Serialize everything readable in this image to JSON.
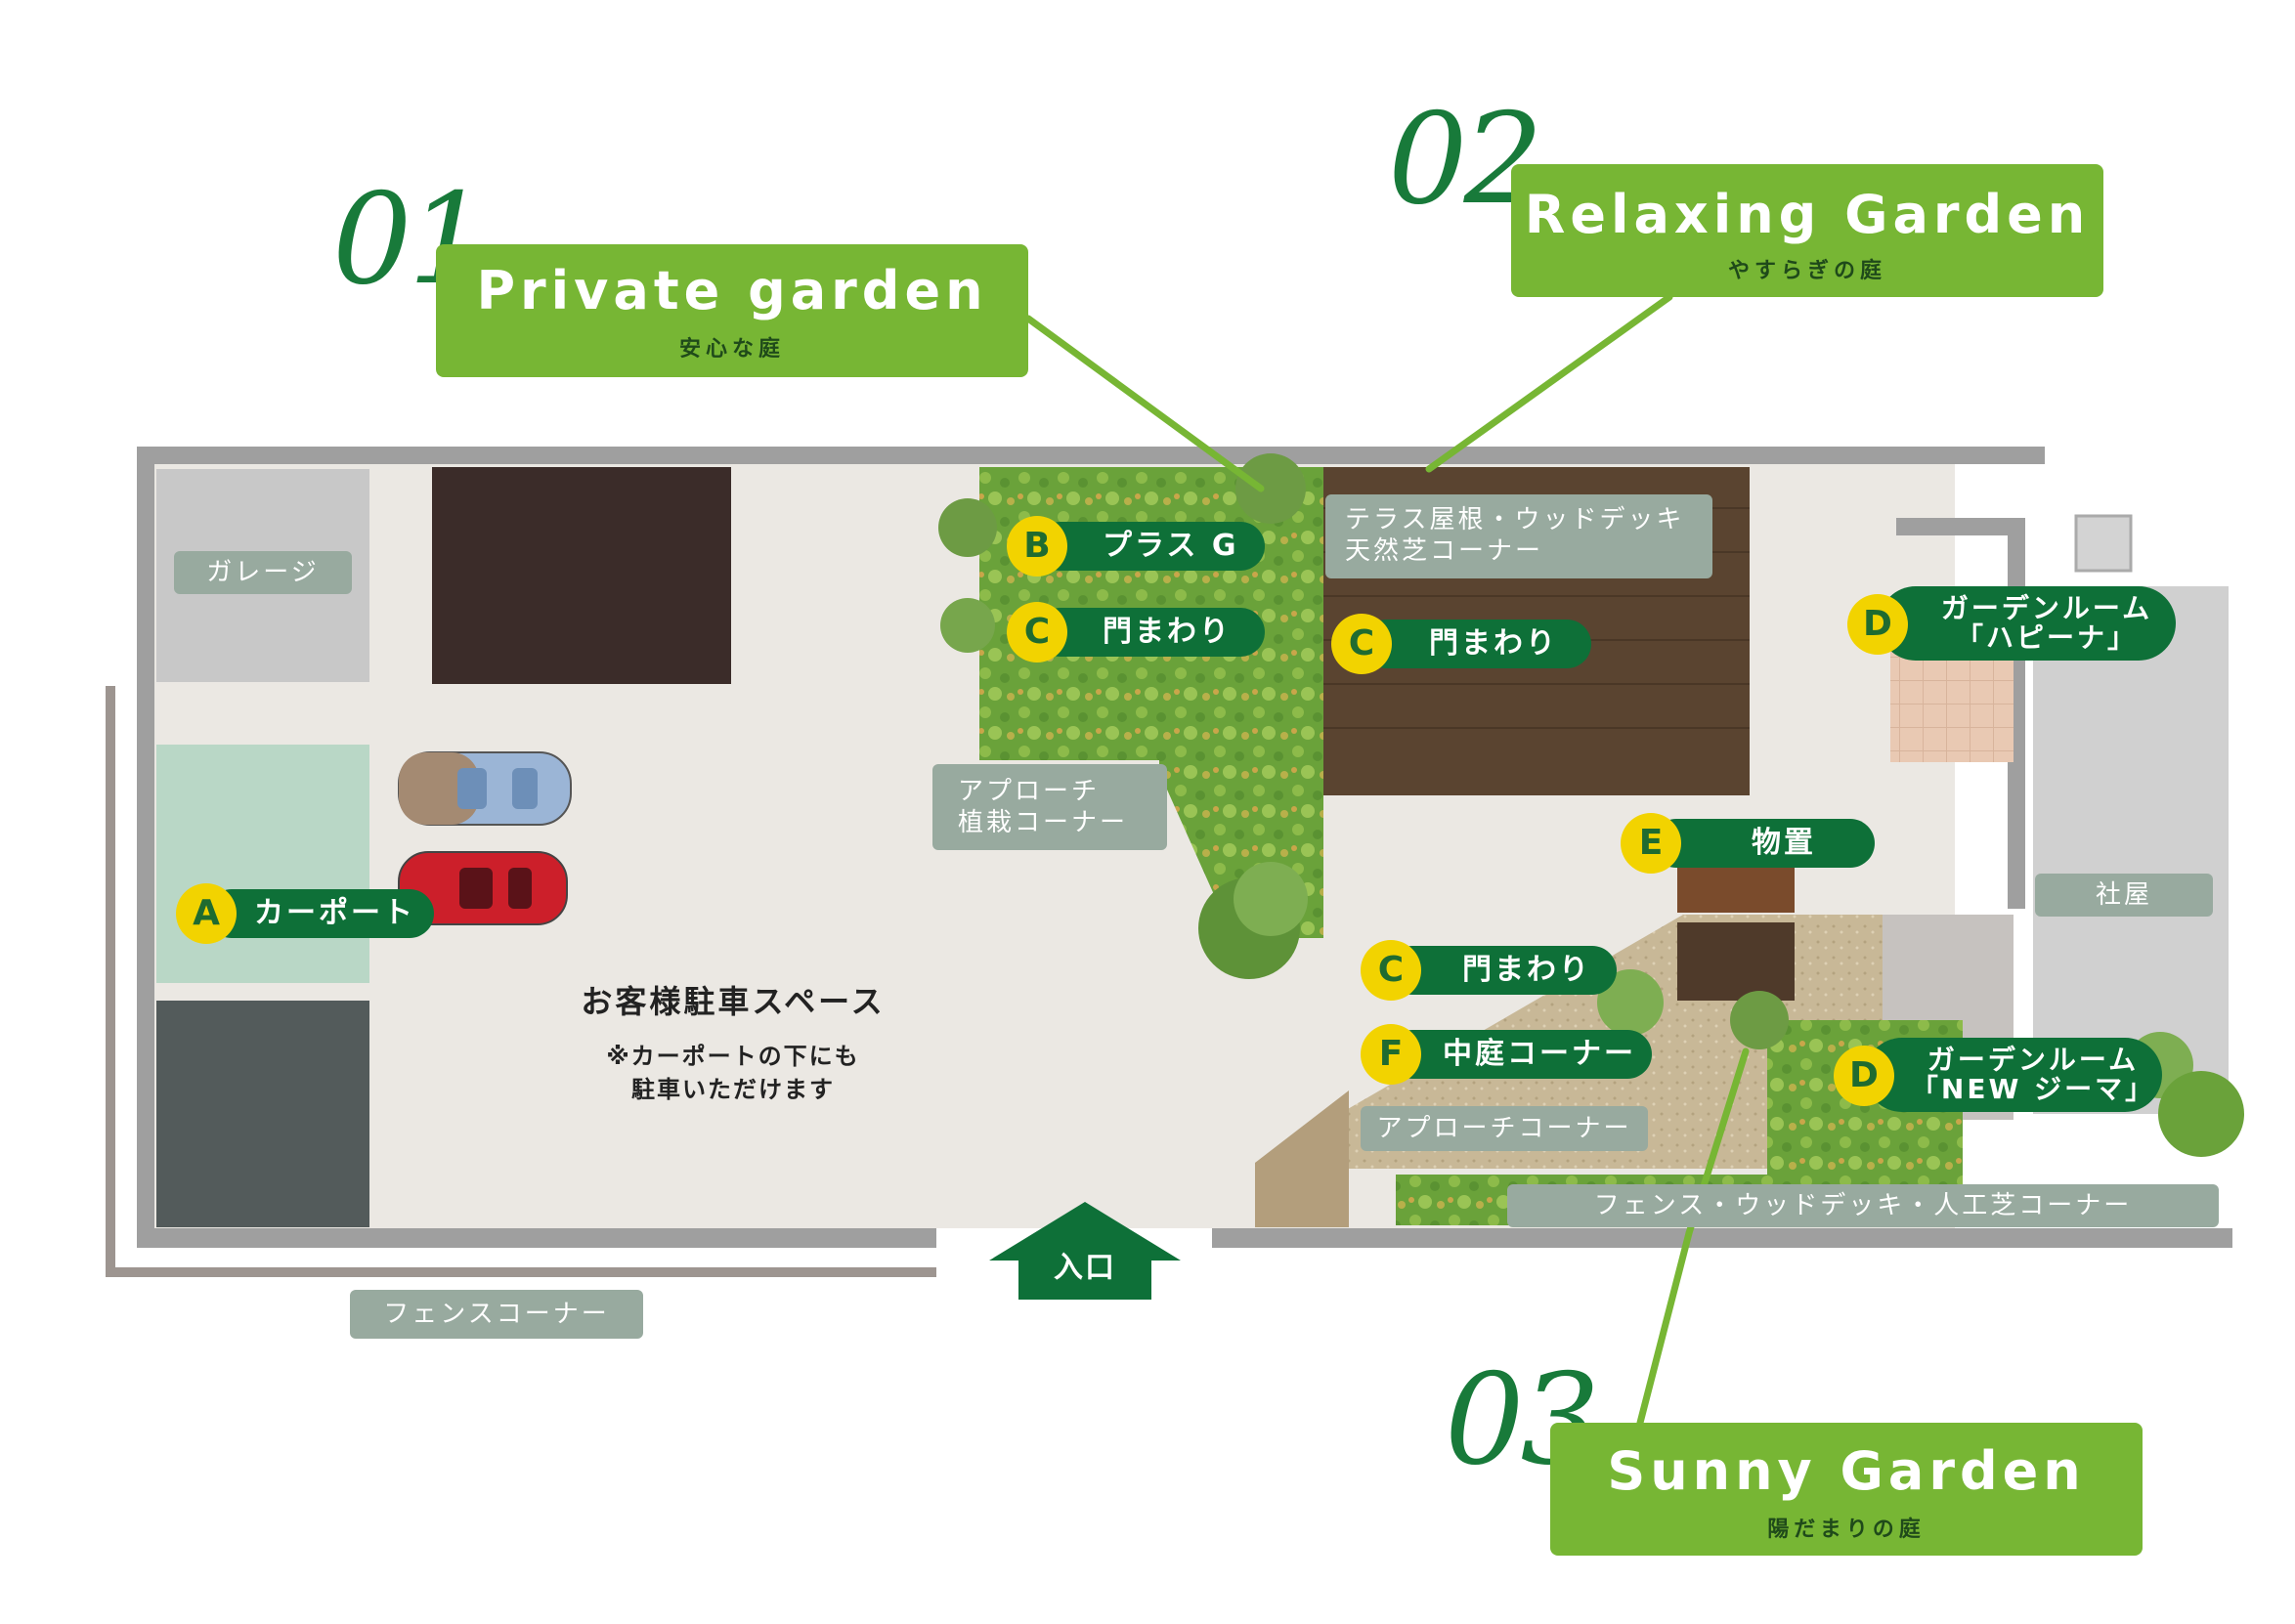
{
  "gardens": [
    {
      "number": "01",
      "title": "Private garden",
      "subtitle": "安心な庭"
    },
    {
      "number": "02",
      "title": "Relaxing Garden",
      "subtitle": "やすらぎの庭"
    },
    {
      "number": "03",
      "title": "Sunny Garden",
      "subtitle": "陽だまりの庭"
    }
  ],
  "markers": [
    {
      "letter": "A",
      "label": "カーポート"
    },
    {
      "letter": "B",
      "label": "プラス G"
    },
    {
      "letter": "C",
      "label": "門まわり"
    },
    {
      "letter": "C",
      "label": "門まわり"
    },
    {
      "letter": "E",
      "label": "物置"
    },
    {
      "letter": "C",
      "label": "門まわり"
    },
    {
      "letter": "F",
      "label": "中庭コーナー"
    },
    {
      "letter": "D",
      "label_line1": "ガーデンルーム",
      "label_line2": "「ハピーナ」"
    },
    {
      "letter": "D",
      "label_line1": "ガーデンルーム",
      "label_line2": "「NEW ジーマ」"
    }
  ],
  "area_tags": {
    "garage": "ガレージ",
    "terrace_line1": "テラス屋根・ウッドデッキ",
    "terrace_line2": "天然芝コーナー",
    "approach_planting_line1": "アプローチ",
    "approach_planting_line2": "植栽コーナー",
    "office": "社屋",
    "approach_corner": "アプローチコーナー",
    "fence_deck": "フェンス・ウッドデッキ・人工芝コーナー",
    "fence_corner": "フェンスコーナー"
  },
  "parking": {
    "title": "お客様駐車スペース",
    "note_line1": "※カーポートの下にも",
    "note_line2": "駐車いただけます"
  },
  "entrance": "入口",
  "colors": {
    "banner_green": "#77b634",
    "number_green": "#187a3a",
    "pill_green": "#0e7038",
    "marker_yellow": "#f2d300",
    "tag_gray": "#98aa9f"
  }
}
